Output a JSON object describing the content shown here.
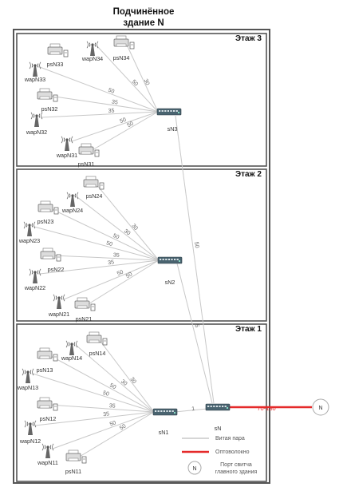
{
  "title_line1": "Подчинённое",
  "title_line2": "здание N",
  "floors": [
    {
      "label": "Этаж 3"
    },
    {
      "label": "Этаж 2"
    },
    {
      "label": "Этаж 1"
    }
  ],
  "devices": {
    "wapN34": "wapN34",
    "psN34": "psN34",
    "psN33": "psN33",
    "wapN33": "wapN33",
    "psN32": "psN32",
    "wapN32": "wapN32",
    "wapN31": "wapN31",
    "psN31": "psN31",
    "sN3": "sN3",
    "psN24": "psN24",
    "wapN24": "wapN24",
    "psN23": "psN23",
    "wapN23": "wapN23",
    "psN22": "psN22",
    "wapN22": "wapN22",
    "wapN21": "wapN21",
    "psN21": "psN21",
    "sN2": "sN2",
    "wapN14": "wapN14",
    "psN14": "psN14",
    "psN13": "psN13",
    "wapN13": "wapN13",
    "psN12": "psN12",
    "wapN12": "wapN12",
    "wapN11": "wapN11",
    "psN11": "psN11",
    "sN1": "sN1",
    "sN": "sN"
  },
  "link_labels": {
    "f3_wapN34": "50",
    "f3_psN34": "30",
    "f3_wapN33": "50",
    "f3_psN32": "35",
    "f3_wapN32": "35",
    "f3_wapN31": "50",
    "f3_psN31": "50",
    "f2_psN24": "30",
    "f2_wapN24": "30",
    "f2_psN23": "50",
    "f2_wapN23": "50",
    "f2_psN22": "35",
    "f2_wapN22": "35",
    "f2_wapN21": "50",
    "f2_psN21": "50",
    "f1_wapN14": "30",
    "f1_psN14": "30",
    "f1_psN13": "50",
    "f1_wapN13": "50",
    "f1_psN12": "35",
    "f1_wapN12": "35",
    "f1_wapN11": "50",
    "f1_psN11": "50",
    "uplink_sN3": "50",
    "uplink_sN2": "5",
    "uplink_sN1": "1",
    "fiber": "70-130"
  },
  "legend": {
    "twisted_pair": "Витая пара",
    "fiber": "Оптоволокно",
    "main_port_symbol": "N",
    "main_port_line1": "Порт свитча",
    "main_port_line2": "главного здания"
  },
  "main_building_port": "N",
  "colors": {
    "frame": "#555555",
    "twisted_pair": "#c8c8c8",
    "fiber": "#e52a2a",
    "switch": "#4a6470"
  }
}
